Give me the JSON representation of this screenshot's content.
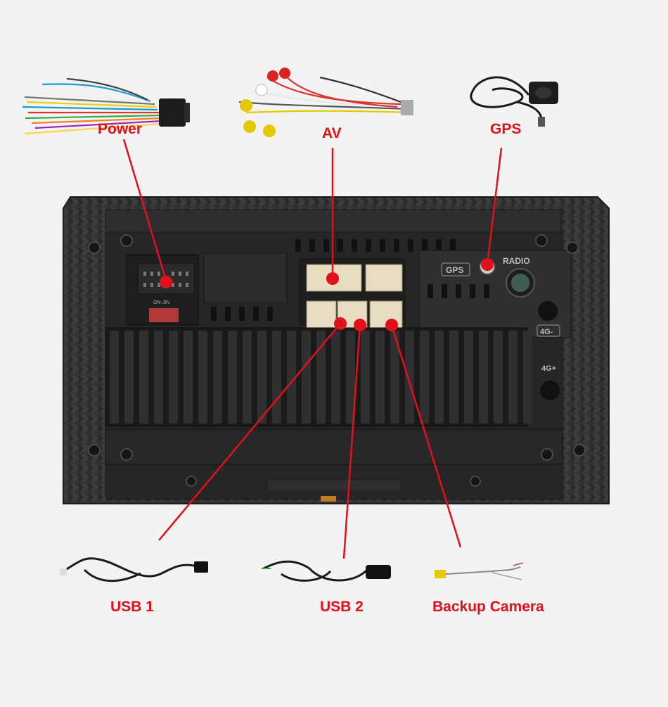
{
  "labels": {
    "power": "Power",
    "av": "AV",
    "gps": "GPS",
    "usb1": "USB 1",
    "usb2": "USB 2",
    "backup_camera": "Backup Camera"
  },
  "panel_markings": {
    "gps_port": "GPS",
    "radio_port": "RADIO",
    "fourg_top": "4G-",
    "fourg_bottom": "4G+",
    "fuse": "ON-JIN"
  },
  "colors": {
    "label_red": "#e2101b",
    "pointer_red": "#e2101b",
    "panel_dark": "#2b2b2b",
    "background": "#f3f3f3"
  }
}
